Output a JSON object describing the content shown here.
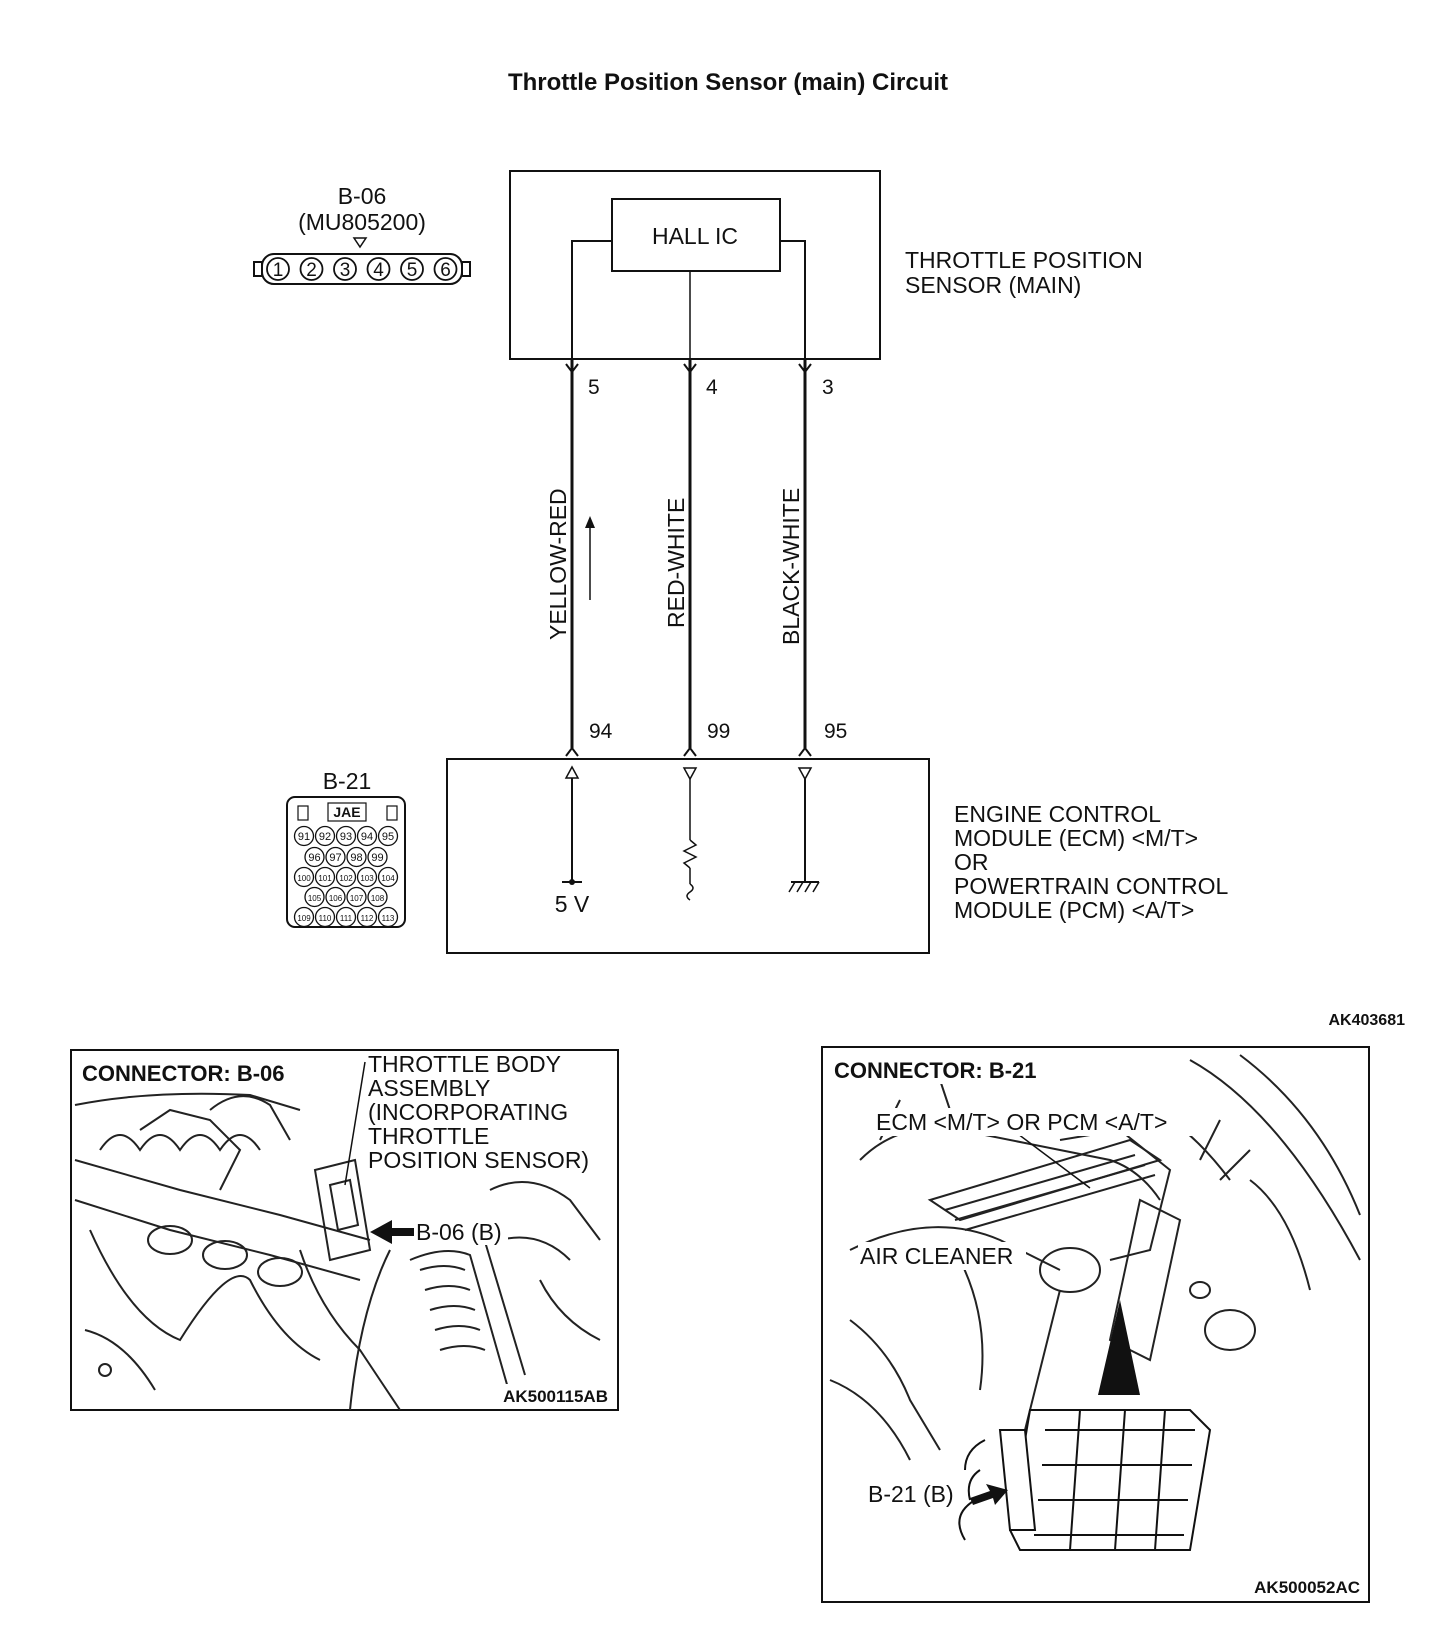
{
  "title": "Throttle Position Sensor (main) Circuit",
  "sensor": {
    "name_line1": "THROTTLE POSITION",
    "name_line2": "SENSOR (MAIN)",
    "ic_label": "HALL IC"
  },
  "connector_b06": {
    "id": "B-06",
    "part": "(MU805200)",
    "pins": [
      "1",
      "2",
      "3",
      "4",
      "5",
      "6"
    ]
  },
  "connector_b21": {
    "id": "B-21",
    "maker": "JAE",
    "rows": [
      [
        "91",
        "92",
        "93",
        "94",
        "95"
      ],
      [
        "96",
        "97",
        "98",
        "99"
      ],
      [
        "100",
        "101",
        "102",
        "103",
        "104"
      ],
      [
        "105",
        "106",
        "107",
        "108"
      ],
      [
        "109",
        "110",
        "111",
        "112",
        "113"
      ]
    ]
  },
  "wires": [
    {
      "sensor_pin": "5",
      "ecm_pin": "94",
      "color": "YELLOW-RED",
      "ecm_terminal": "5 V"
    },
    {
      "sensor_pin": "4",
      "ecm_pin": "99",
      "color": "RED-WHITE"
    },
    {
      "sensor_pin": "3",
      "ecm_pin": "95",
      "color": "BLACK-WHITE"
    }
  ],
  "ecm": {
    "line1": "ENGINE CONTROL",
    "line2": "MODULE (ECM) <M/T>",
    "line3": "OR",
    "line4": "POWERTRAIN CONTROL",
    "line5": "MODULE (PCM) <A/T>"
  },
  "diagram_code": "AK403681",
  "photo_left": {
    "heading": "CONNECTOR: B-06",
    "callout_lines": [
      "THROTTLE BODY",
      "ASSEMBLY",
      "(INCORPORATING",
      "THROTTLE",
      "POSITION SENSOR)"
    ],
    "pointer_label": "B-06 (B)",
    "code": "AK500115AB"
  },
  "photo_right": {
    "heading": "CONNECTOR: B-21",
    "ecm_label": "ECM <M/T> OR PCM <A/T>",
    "air_cleaner_label": "AIR CLEANER",
    "pointer_label": "B-21 (B)",
    "code": "AK500052AC"
  }
}
